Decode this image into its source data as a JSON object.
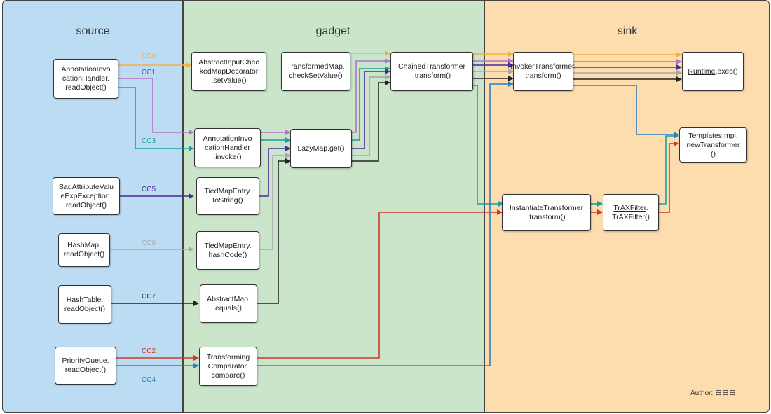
{
  "columns": {
    "source": "source",
    "gadget": "gadget",
    "sink": "sink"
  },
  "colors": {
    "source_bg": "#bcdcf3",
    "gadget_bg": "#cbe5cb",
    "sink_bg": "#fddcae",
    "CC0": "#f5b041",
    "CC1": "#b074c9",
    "CC2": "#cc3a2a",
    "CC3": "#17a2a2",
    "CC4": "#2a7fc8",
    "CC5": "#4a2a99",
    "CC6": "#a8a8a8",
    "CC7": "#222222"
  },
  "nodes": {
    "annotation_readobject": "AnnotationInvo\ncationHandler.\nreadObject()",
    "badattr_readobject": "BadAttributeValu\neExpException.\nreadObject()",
    "hashmap_readobject": "HashMap.\nreadObject()",
    "hashtable_readobject": "HashTable.\nreadObject()",
    "priorityqueue_readobject": "PriorityQueue.\nreadObject()",
    "abstractinputchecked": "AbstractInputChec\nkedMapDecorator\n.setValue()",
    "transformedmap": "TransformedMap.\ncheckSetValue()",
    "annotation_invoke": "AnnotationInvo\ncationHandler\n.invoke()",
    "lazymap": "LazyMap.get()",
    "tiedmapentry_tostring": "TiedMapEntry.\ntoString()",
    "tiedmapentry_hashcode": "TiedMapEntry.\nhashCode()",
    "abstractmap_equals": "AbstractMap.\nequals()",
    "transforming_comparator": "Transforming\nComparator.\ncompare()",
    "chainedtransformer": "ChainedTransformer\n.transform()",
    "invokertransformer": "InvokerTransformer.\ntransform()",
    "instantiatetransformer": "InstantiateTransformer\n.transform()",
    "trax_part1": "TrAXFilter",
    "trax_part2": ".\nTrAXFilter()",
    "runtime_part1": "Runtime",
    "runtime_part2": ".exec()",
    "templatesimpl": "TemplatesImpl.\nnewTransformer\n()"
  },
  "chain_labels": {
    "CC0": "CC0",
    "CC1": "CC1",
    "CC2": "CC2",
    "CC3": "CC3",
    "CC4": "CC4",
    "CC5": "CC5",
    "CC6": "CC6",
    "CC7": "CC7"
  },
  "author": "Author: 白白白"
}
